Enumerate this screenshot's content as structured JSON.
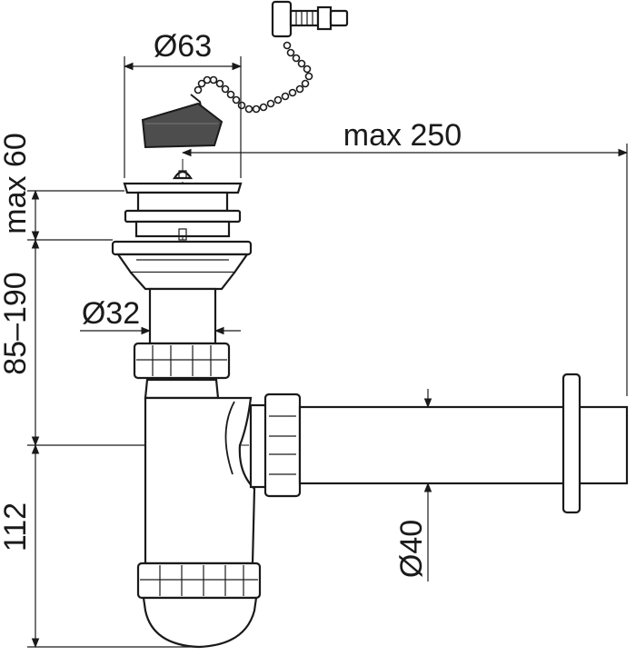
{
  "dimensions": {
    "top_diameter": "Ø63",
    "max_length": "max 250",
    "max_height": "max 60",
    "adjust_range": "85–190",
    "tube_diameter": "Ø32",
    "outlet_diameter": "Ø40",
    "trap_height": "112"
  },
  "colors": {
    "line": "#1a1a1a",
    "stopper": "#4d4d4d",
    "background": "#ffffff"
  }
}
